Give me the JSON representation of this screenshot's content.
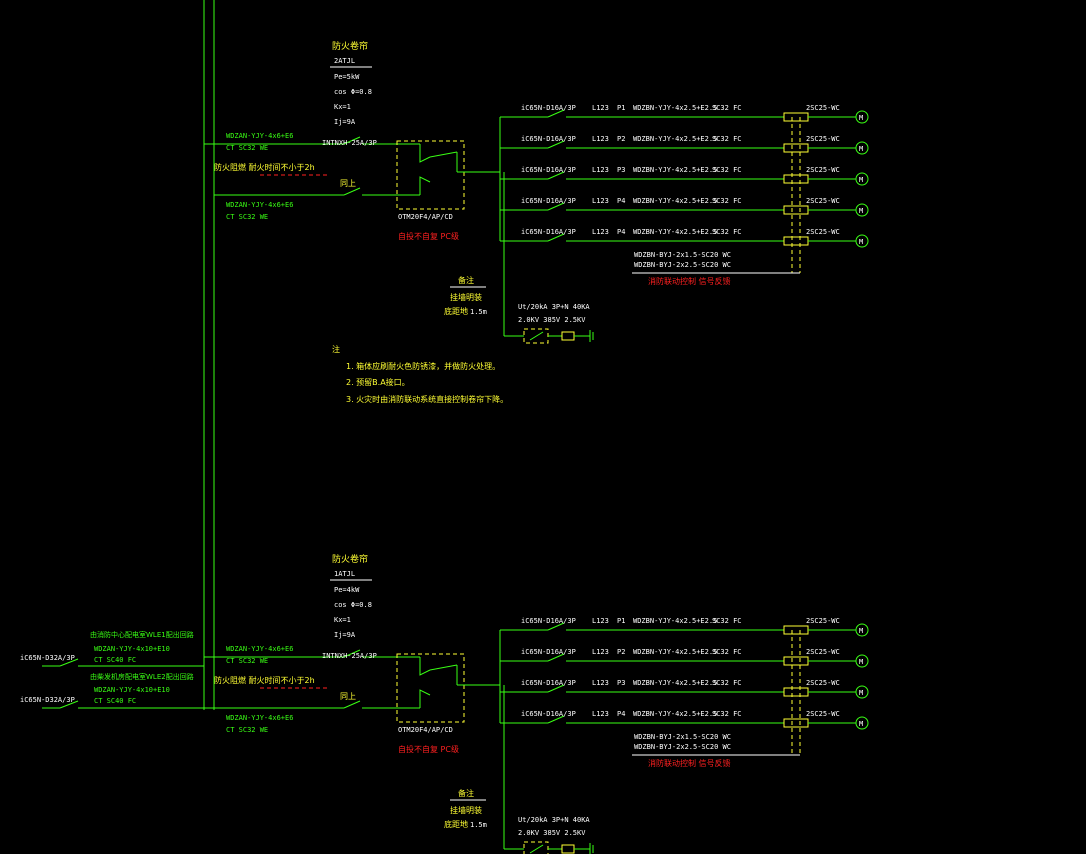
{
  "colors": {
    "bg": "#000000",
    "green": "#39ff14",
    "white": "#ffffff",
    "yellow": "#ffff33",
    "red": "#ff2020"
  },
  "panels": [
    {
      "name_cn": "防火卷帘",
      "code": "2ATJL",
      "params": [
        "Pe=5kW",
        "cos Φ=0.8",
        "Kx=1",
        "Ij=9A"
      ],
      "feeder1": {
        "cable": "WDZAN-YJY-4x6+E6",
        "conduit": "CT SC32 WE"
      },
      "feeder2": {
        "cable": "WDZAN-YJY-4x6+E6",
        "conduit": "CT SC32 WE"
      },
      "main_breaker": "INTNXH-25A/3P",
      "fire_note": "防火阻燃 耐火时间不小于2h",
      "spare": "同上",
      "ats_model": "OTM20F4/AP/CD",
      "ats_note": "自投不自复 PC级",
      "circuits": [
        {
          "breaker": "iC65N-D16A/3P",
          "phase": "L123",
          "id": "P1",
          "cable": "WDZBN-YJY-4x2.5+E2.5",
          "conduit": "SC32 FC",
          "end": "2SC25-WC"
        },
        {
          "breaker": "iC65N-D16A/3P",
          "phase": "L123",
          "id": "P2",
          "cable": "WDZBN-YJY-4x2.5+E2.5",
          "conduit": "SC32 FC",
          "end": "2SC25-WC"
        },
        {
          "breaker": "iC65N-D16A/3P",
          "phase": "L123",
          "id": "P3",
          "cable": "WDZBN-YJY-4x2.5+E2.5",
          "conduit": "SC32 FC",
          "end": "2SC25-WC"
        },
        {
          "breaker": "iC65N-D16A/3P",
          "phase": "L123",
          "id": "P4",
          "cable": "WDZBN-YJY-4x2.5+E2.5",
          "conduit": "SC32 FC",
          "end": "2SC25-WC"
        },
        {
          "breaker": "iC65N-D16A/3P",
          "phase": "L123",
          "id": "P4",
          "cable": "WDZBN-YJY-4x2.5+E2.5",
          "conduit": "SC32 FC",
          "end": "2SC25-WC"
        }
      ],
      "ctrl_lines": [
        "WDZBN-BYJ-2x1.5-SC20 WC",
        "WDZBN-BYJ-2x2.5-SC20 WC"
      ],
      "ctrl_note": "消防联动控制 信号反馈",
      "install": {
        "l1": "挂墙明装",
        "l2": "底距地",
        "height": "1.5m",
        "top": "备注"
      },
      "spd": {
        "model": "Ut/20kA 3P+N 40KA",
        "spec": "2.0KV 385V 2.5KV"
      }
    },
    {
      "name_cn": "防火卷帘",
      "code": "1ATJL",
      "params": [
        "Pe=4kW",
        "cos Φ=0.8",
        "Kx=1",
        "Ij=9A"
      ],
      "feeder1": {
        "cable": "WDZAN-YJY-4x6+E6",
        "conduit": "CT SC32 WE"
      },
      "feeder2": {
        "cable": "WDZAN-YJY-4x6+E6",
        "conduit": "CT SC32 WE"
      },
      "main_breaker": "INTNXH-25A/3P",
      "fire_note": "防火阻燃 耐火时间不小于2h",
      "spare": "同上",
      "ats_model": "OTM20F4/AP/CD",
      "ats_note": "自投不自复 PC级",
      "circuits": [
        {
          "breaker": "iC65N-D16A/3P",
          "phase": "L123",
          "id": "P1",
          "cable": "WDZBN-YJY-4x2.5+E2.5",
          "conduit": "SC32 FC",
          "end": "2SC25-WC"
        },
        {
          "breaker": "iC65N-D16A/3P",
          "phase": "L123",
          "id": "P2",
          "cable": "WDZBN-YJY-4x2.5+E2.5",
          "conduit": "SC32 FC",
          "end": "2SC25-WC"
        },
        {
          "breaker": "iC65N-D16A/3P",
          "phase": "L123",
          "id": "P3",
          "cable": "WDZBN-YJY-4x2.5+E2.5",
          "conduit": "SC32 FC",
          "end": "2SC25-WC"
        },
        {
          "breaker": "iC65N-D16A/3P",
          "phase": "L123",
          "id": "P4",
          "cable": "WDZBN-YJY-4x2.5+E2.5",
          "conduit": "SC32 FC",
          "end": "2SC25-WC"
        }
      ],
      "ctrl_lines": [
        "WDZBN-BYJ-2x1.5-SC20 WC",
        "WDZBN-BYJ-2x2.5-SC20 WC"
      ],
      "ctrl_note": "消防联动控制 信号反馈",
      "install": {
        "l1": "挂墙明装",
        "l2": "底距地",
        "height": "1.5m",
        "top": "备注"
      },
      "spd": {
        "model": "Ut/20kA 3P+N 40KA",
        "spec": "2.0KV 385V 2.5KV"
      }
    }
  ],
  "notes": {
    "title": "注",
    "items": [
      "1. 箱体应刷耐火色防锈漆，并做防火处理。",
      "2. 预留B.A接口。",
      "3. 火灾时由消防联动系统直接控制卷帘下降。"
    ]
  },
  "incoming": [
    {
      "breaker": "iC65N-D32A/3P",
      "desc": "由消防中心配电室WLE1配出回路",
      "cable": "WDZAN-YJY-4x10+E10",
      "conduit": "CT SC40 FC"
    },
    {
      "breaker": "iC65N-D32A/3P",
      "desc": "由柴发机房配电室WLE2配出回路",
      "cable": "WDZAN-YJY-4x10+E10",
      "conduit": "CT SC40 FC"
    }
  ],
  "motor_label": "M"
}
